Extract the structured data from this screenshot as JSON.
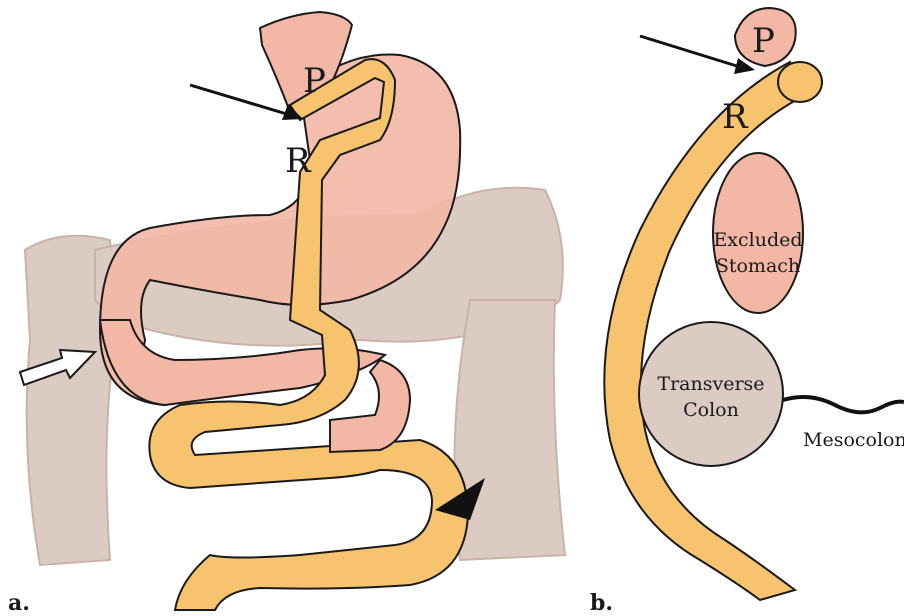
{
  "panel_a": {
    "panel_label": "a.",
    "labels": {
      "pouch": "P",
      "roux_limb": "R"
    }
  },
  "panel_b": {
    "panel_label": "b.",
    "labels": {
      "pouch": "P",
      "roux_limb": "R",
      "excluded_stomach_line1": "Excluded",
      "excluded_stomach_line2": "Stomach",
      "transverse_colon_line1": "Transverse",
      "transverse_colon_line2": "Colon",
      "mesocolon": "Mesocolon"
    }
  },
  "colors": {
    "colon": "#dccbc2",
    "stomach": "#f2b7a5",
    "limb": "#f7c36e",
    "outline": "#1a1a1a"
  }
}
